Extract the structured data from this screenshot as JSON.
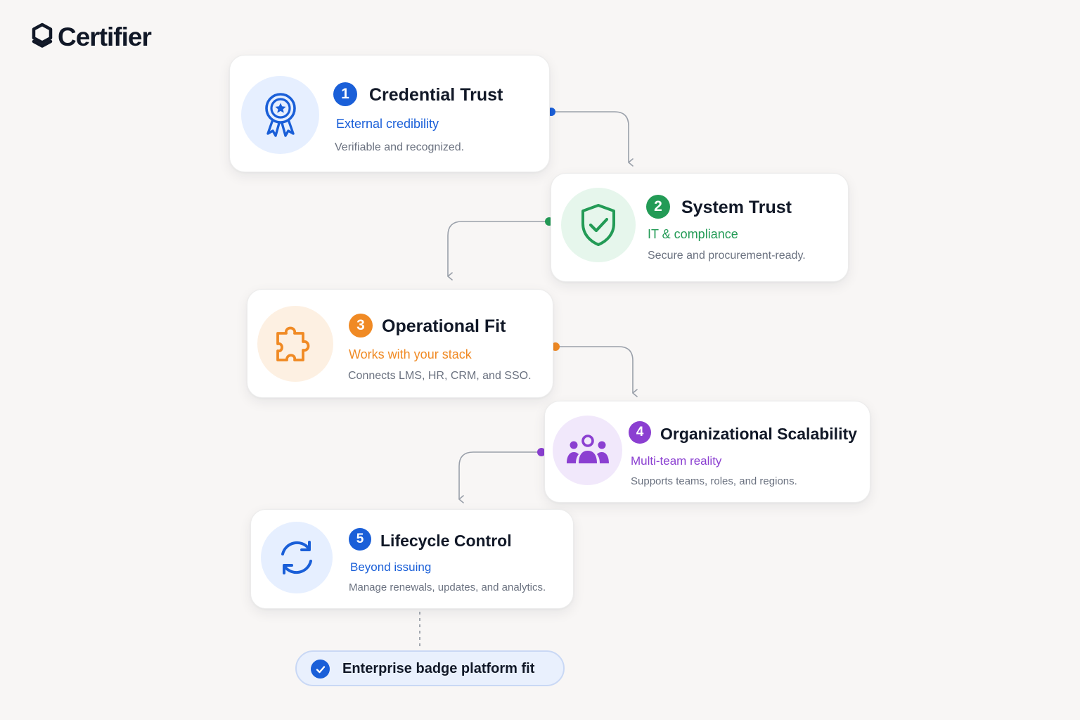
{
  "brand": {
    "name": "Certifier"
  },
  "steps": [
    {
      "number": "1",
      "title": "Credential Trust",
      "subtitle": "External credibility",
      "description": "Verifiable and recognized.",
      "icon": "award-ribbon-icon",
      "accent": "#1a5fd8",
      "tint": "#e6efff"
    },
    {
      "number": "2",
      "title": "System Trust",
      "subtitle": "IT & compliance",
      "description": "Secure and procurement-ready.",
      "icon": "shield-check-icon",
      "accent": "#239b56",
      "tint": "#e6f6ec"
    },
    {
      "number": "3",
      "title": "Operational Fit",
      "subtitle": "Works with your stack",
      "description": "Connects LMS, HR, CRM, and SSO.",
      "icon": "puzzle-piece-icon",
      "accent": "#f08a24",
      "tint": "#fdf0e2"
    },
    {
      "number": "4",
      "title": "Organizational Scalability",
      "subtitle": "Multi-team reality",
      "description": "Supports teams, roles, and regions.",
      "icon": "people-group-icon",
      "accent": "#8b3fd1",
      "tint": "#f1e8fb"
    },
    {
      "number": "5",
      "title": "Lifecycle Control",
      "subtitle": "Beyond issuing",
      "description": "Manage renewals, updates, and analytics.",
      "icon": "refresh-cycle-icon",
      "accent": "#1a5fd8",
      "tint": "#e6efff"
    }
  ],
  "outcome": {
    "label": "Enterprise badge platform fit",
    "icon": "check-circle-icon",
    "accent": "#1a5fd8"
  }
}
